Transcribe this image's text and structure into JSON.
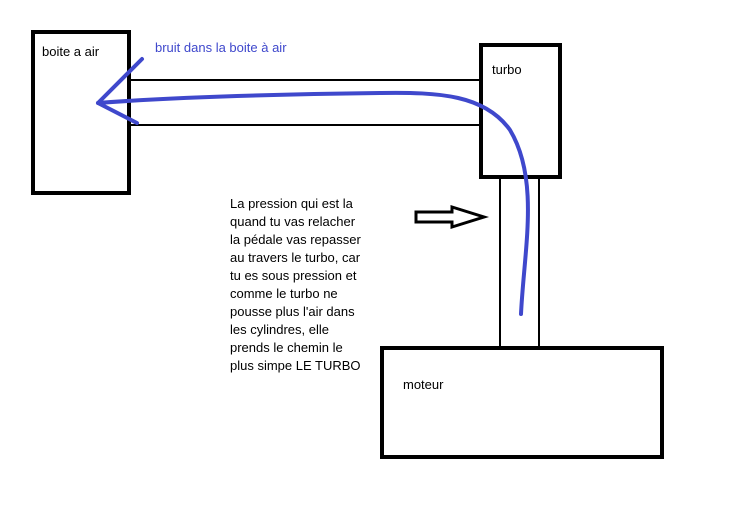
{
  "labels": {
    "air_box": "boite a air",
    "turbo": "turbo",
    "engine": "moteur",
    "noise": "bruit dans la boite à air"
  },
  "explanation": "La pression qui est la\nquand tu vas relacher\nla pédale vas repasser\nau travers le turbo, car\ntu es sous pression et\ncomme le turbo ne\npousse plus l'air dans\nles cylindres, elle\nprends le chemin le\nplus simpe LE TURBO",
  "colors": {
    "stroke": "#000000",
    "flow_arrow": "#3f48cc",
    "background": "#ffffff"
  },
  "icons": {
    "flow": "curved-flow-arrow-icon",
    "direction": "outline-right-arrow-icon"
  }
}
